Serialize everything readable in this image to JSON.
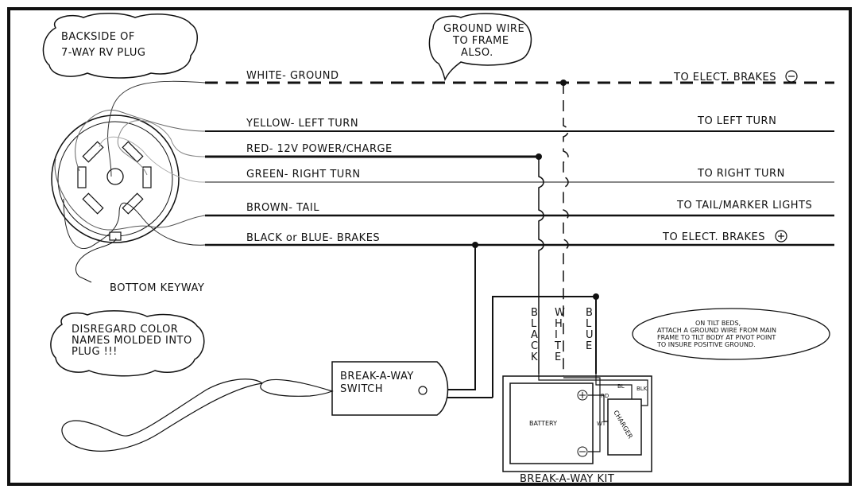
{
  "plug_note": [
    "BACKSIDE OF",
    "7-WAY RV PLUG"
  ],
  "ground_note": [
    "GROUND WIRE",
    "TO FRAME",
    "ALSO."
  ],
  "keyway_label": "BOTTOM KEYWAY",
  "disregard_note": [
    "DISREGARD COLOR",
    "NAMES MOLDED INTO",
    "PLUG !!!"
  ],
  "wires": [
    {
      "left": "WHITE- GROUND",
      "right": "TO ELECT. BRAKES",
      "symbol": "⊖"
    },
    {
      "left": "YELLOW- LEFT TURN",
      "right": "TO LEFT TURN"
    },
    {
      "left": "RED- 12V POWER/CHARGE",
      "right": ""
    },
    {
      "left": "GREEN- RIGHT TURN",
      "right": "TO RIGHT TURN"
    },
    {
      "left": "BROWN- TAIL",
      "right": "TO TAIL/MARKER LIGHTS"
    },
    {
      "left": "BLACK or BLUE- BRAKES",
      "right": "TO ELECT. BRAKES",
      "symbol": "⊕"
    }
  ],
  "switch_label": [
    "BREAK-A-WAY",
    "SWITCH"
  ],
  "vertical_labels": {
    "black": "BLACK",
    "white": "WHITE",
    "blue": "BLUE"
  },
  "battery_label": "BATTERY",
  "charger_label": "CHARGER",
  "terminal_labels": {
    "rd": "RD",
    "bl": "BL",
    "blk": "BLK",
    "wt": "WT"
  },
  "kit_label": "BREAK-A-WAY KIT",
  "tilt_note": [
    "ON TILT BEDS,",
    "ATTACH A GROUND WIRE FROM MAIN",
    "FRAME TO TILT BODY AT PIVOT POINT",
    "TO INSURE POSITIVE GROUND."
  ]
}
